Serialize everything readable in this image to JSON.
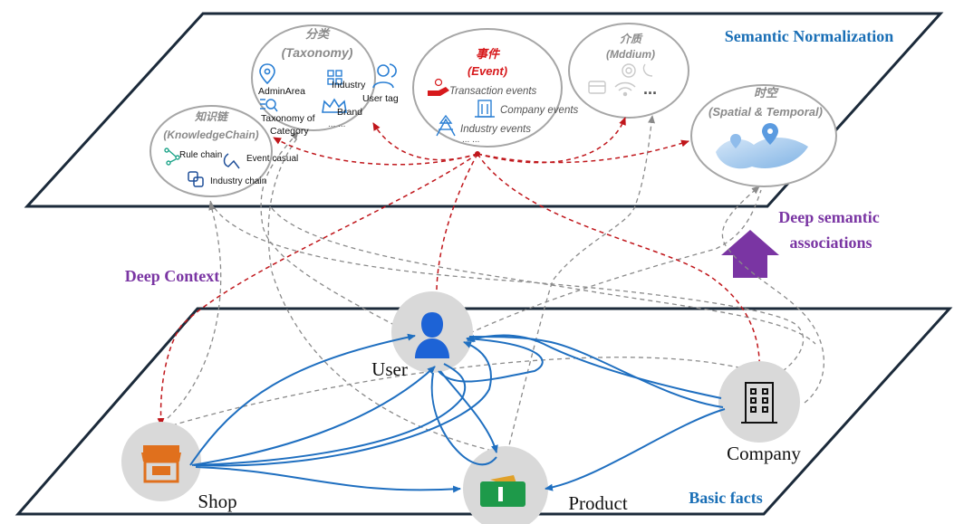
{
  "planes": {
    "top_label": "Semantic Normalization",
    "bottom_label": "Basic facts"
  },
  "side_labels": {
    "deep_context": "Deep Context",
    "deep_semantic_line1": "Deep semantic",
    "deep_semantic_line2": "associations"
  },
  "taxonomy": {
    "title_cn": "分类",
    "title_en": "(Taxonomy)",
    "items": [
      "AdminArea",
      "Industry",
      "User tag",
      "Brand",
      "Taxonomy of",
      "Category",
      "... ..."
    ]
  },
  "event": {
    "title_cn": "事件",
    "title_en": "(Event)",
    "items": [
      "Transaction events",
      "Company events",
      "Industry events",
      "... ..."
    ]
  },
  "medium": {
    "title_cn": "介质",
    "title_en": "(Mddium)",
    "ellipsis": "..."
  },
  "spatial": {
    "title_cn": "时空",
    "title_en": "(Spatial & Temporal)"
  },
  "knowledge": {
    "title_cn": "知识链",
    "title_en": "(KnowledgeChain)",
    "items": [
      "Rule chain",
      "Event casual",
      "Industry chain"
    ]
  },
  "entities": {
    "user": "User",
    "shop": "Shop",
    "product": "Product",
    "company": "Company"
  },
  "colors": {
    "blue_edge": "#1f6fc0",
    "red_dashed": "#c0161b",
    "gray_dashed": "#8a8a8a",
    "purple": "#7a35a3",
    "title_blue": "#1a6fb6",
    "node_fill": "#d9d9d9",
    "event_red": "#d7191c"
  },
  "icons": [
    "person-icon",
    "store-icon",
    "ticket-icon",
    "building-icon",
    "up-arrow-icon"
  ]
}
